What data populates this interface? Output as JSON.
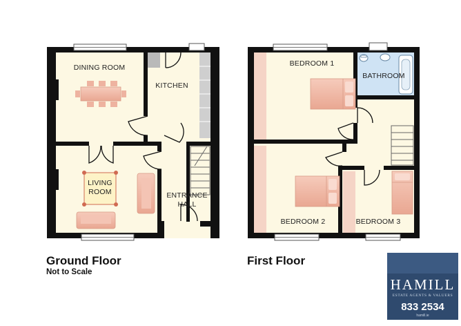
{
  "ground_floor": {
    "title": "Ground Floor",
    "subtitle": "Not to Scale",
    "rooms": {
      "dining": "DINING ROOM",
      "kitchen": "KITCHEN",
      "living_line1": "LIVING",
      "living_line2": "ROOM",
      "hall_line1": "ENTRANCE",
      "hall_line2": "HALL"
    }
  },
  "first_floor": {
    "title": "First Floor",
    "rooms": {
      "bedroom1": "BEDROOM 1",
      "bathroom": "BATHROOM",
      "bedroom2": "BEDROOM 2",
      "bedroom3": "BEDROOM 3"
    }
  },
  "agent": {
    "name": "HAMILL",
    "tagline": "ESTATE AGENTS & VALUERS",
    "phone": "833 2534",
    "website": "hamill.ie"
  },
  "colors": {
    "floor": "#fdf8e3",
    "wall": "#111111",
    "furniture": "#f2b9a6",
    "bathroom": "#cfe3f4",
    "rug": "#fdf3c7",
    "logo_bg": "#2f4a6e"
  }
}
